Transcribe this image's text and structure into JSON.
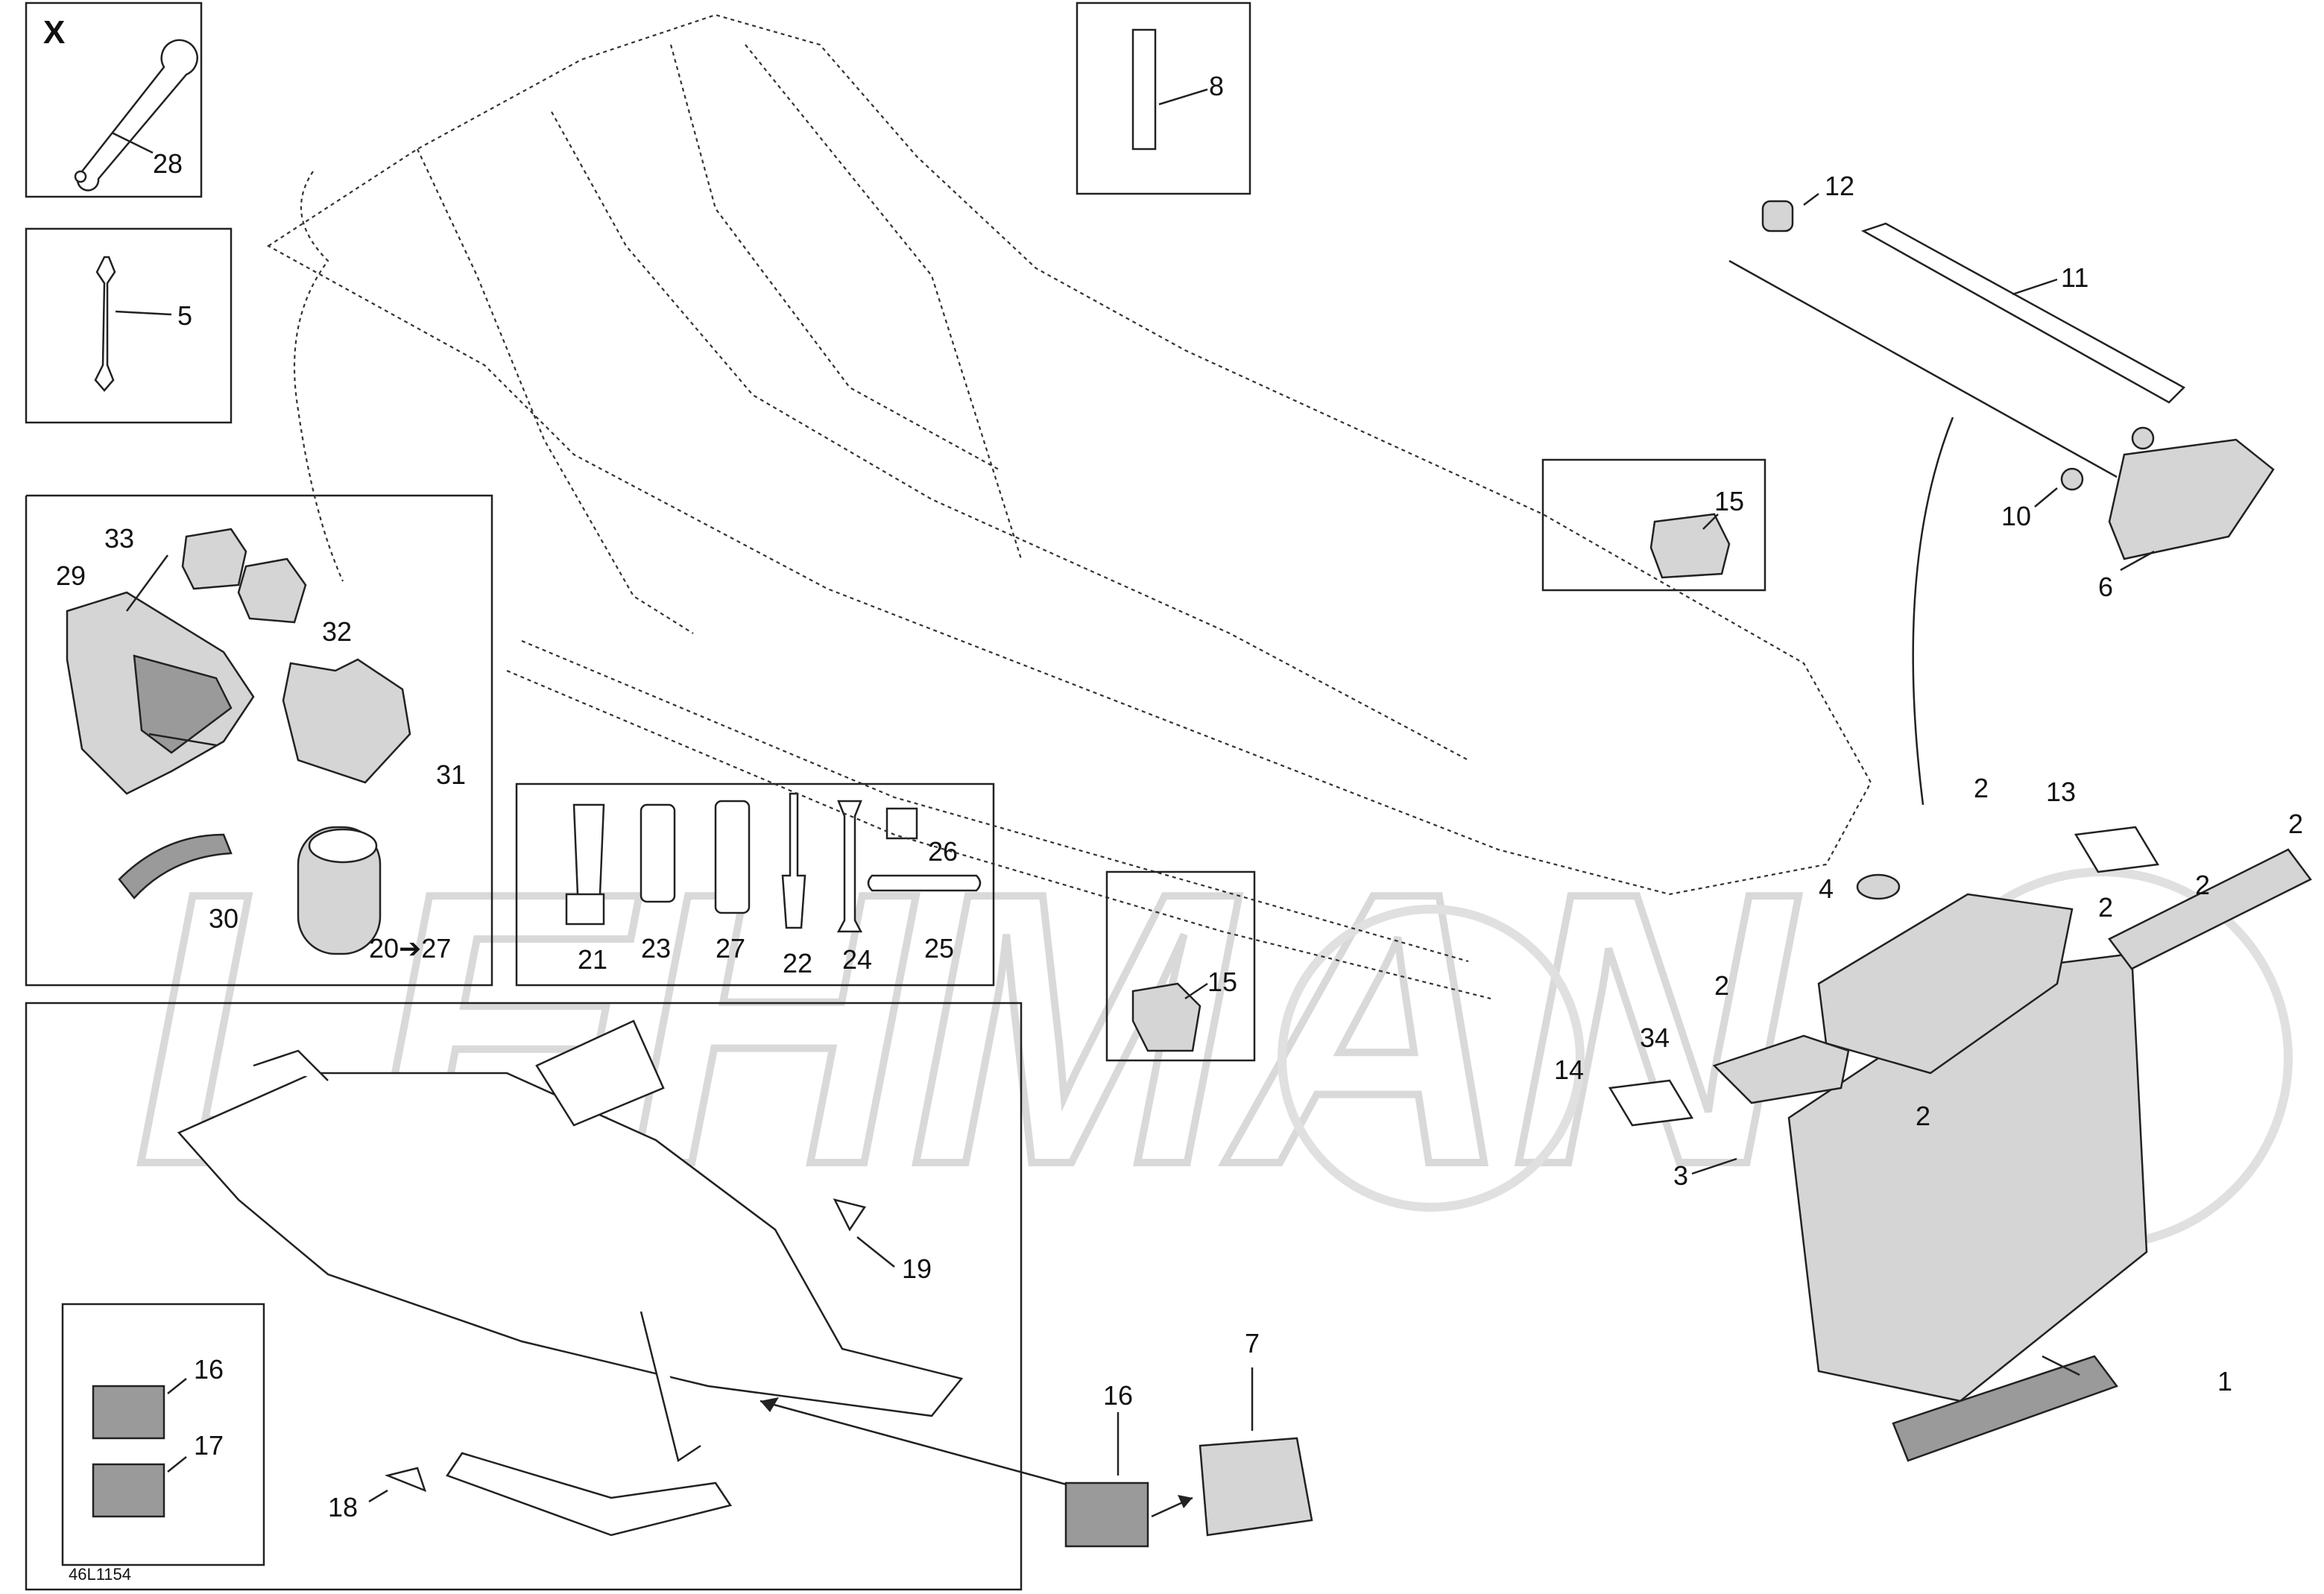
{
  "watermark": "LEHMAN",
  "drawing_code": "46L1154",
  "tool_kit_marker": "X",
  "callouts": {
    "c1": "1",
    "c2a": "2",
    "c2b": "2",
    "c2c": "2",
    "c2d": "2",
    "c2e": "2",
    "c2f": "2",
    "c3": "3",
    "c4": "4",
    "c5": "5",
    "c6": "6",
    "c7": "7",
    "c8": "8",
    "c10": "10",
    "c11": "11",
    "c12": "12",
    "c13": "13",
    "c14": "14",
    "c15a": "15",
    "c15b": "15",
    "c16a": "16",
    "c16b": "16",
    "c17": "17",
    "c18": "18",
    "c19": "19",
    "c20": "20",
    "c20arrow": "➔",
    "c20to": "27",
    "c21": "21",
    "c22": "22",
    "c23": "23",
    "c24": "24",
    "c25": "25",
    "c26": "26",
    "c27": "27",
    "c28": "28",
    "c29": "29",
    "c30": "30",
    "c31": "31",
    "c32": "32",
    "c33": "33",
    "c34": "34"
  }
}
